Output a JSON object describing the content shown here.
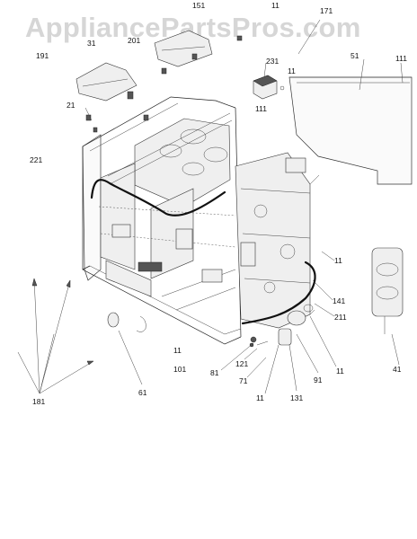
{
  "watermark": "AppliancePartsPros.com",
  "callouts": {
    "c151": "151",
    "c11_top": "11",
    "c171": "171",
    "c31": "31",
    "c201": "201",
    "c191": "191",
    "c231": "231",
    "c11_a": "11",
    "c51": "51",
    "c111_right": "111",
    "c21": "21",
    "c111_mid": "111",
    "c221": "221",
    "c11_b": "11",
    "c141": "141",
    "c211": "211",
    "c11_c": "11",
    "c101": "101",
    "c121": "121",
    "c81": "81",
    "c71": "71",
    "c61": "61",
    "c11_d": "11",
    "c131": "131",
    "c91": "91",
    "c11_e": "11",
    "c41": "41",
    "c181": "181"
  }
}
